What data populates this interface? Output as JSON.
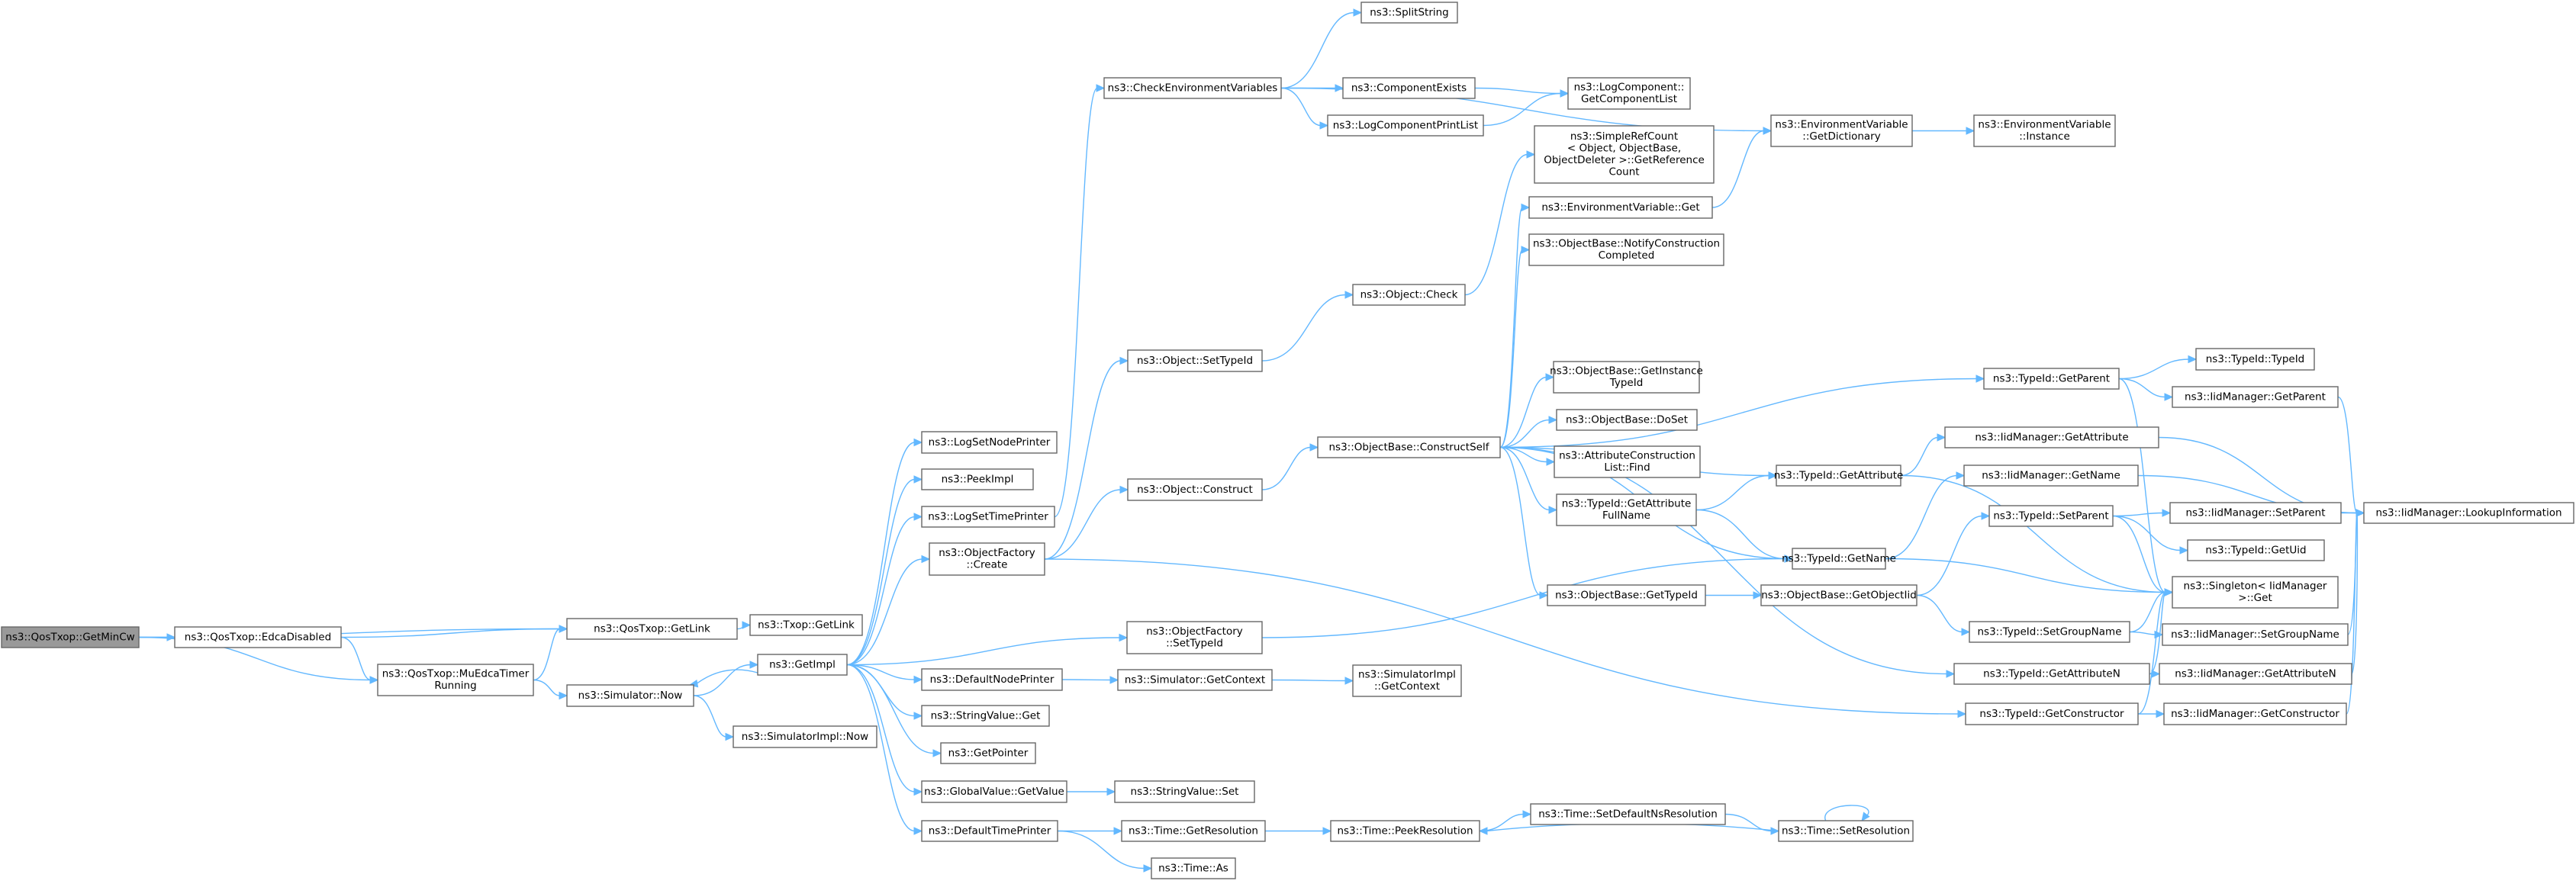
{
  "diagram": {
    "nodes": [
      {
        "id": "n0",
        "lines": [
          "ns3::QosTxop::GetMinCw"
        ],
        "root": true
      },
      {
        "id": "n1",
        "lines": [
          "ns3::QosTxop::EdcaDisabled"
        ]
      },
      {
        "id": "n2",
        "lines": [
          "ns3::QosTxop::GetLink"
        ]
      },
      {
        "id": "n3",
        "lines": [
          "ns3::QosTxop::MuEdcaTimer",
          "Running"
        ]
      },
      {
        "id": "n4",
        "lines": [
          "ns3::Txop::GetLink"
        ]
      },
      {
        "id": "n5",
        "lines": [
          "ns3::Simulator::Now"
        ]
      },
      {
        "id": "n6",
        "lines": [
          "ns3::GetImpl"
        ]
      },
      {
        "id": "n7",
        "lines": [
          "ns3::SimulatorImpl::Now"
        ]
      },
      {
        "id": "n8",
        "lines": [
          "ns3::LogSetNodePrinter"
        ]
      },
      {
        "id": "n9",
        "lines": [
          "ns3::PeekImpl"
        ]
      },
      {
        "id": "n10",
        "lines": [
          "ns3::LogSetTimePrinter"
        ]
      },
      {
        "id": "n11",
        "lines": [
          "ns3::ObjectFactory",
          "::Create"
        ]
      },
      {
        "id": "n12",
        "lines": [
          "ns3::DefaultNodePrinter"
        ]
      },
      {
        "id": "n13",
        "lines": [
          "ns3::StringValue::Get"
        ]
      },
      {
        "id": "n14",
        "lines": [
          "ns3::GetPointer"
        ]
      },
      {
        "id": "n15",
        "lines": [
          "ns3::GlobalValue::GetValue"
        ]
      },
      {
        "id": "n16",
        "lines": [
          "ns3::DefaultTimePrinter"
        ]
      },
      {
        "id": "n17",
        "lines": [
          "ns3::CheckEnvironmentVariables"
        ]
      },
      {
        "id": "n18",
        "lines": [
          "ns3::SplitString"
        ]
      },
      {
        "id": "n19",
        "lines": [
          "ns3::ComponentExists"
        ]
      },
      {
        "id": "n20",
        "lines": [
          "ns3::LogComponentPrintList"
        ]
      },
      {
        "id": "n21",
        "lines": [
          "ns3::LogComponent::",
          "GetComponentList"
        ]
      },
      {
        "id": "n22",
        "lines": [
          "ns3::EnvironmentVariable",
          "::GetDictionary"
        ]
      },
      {
        "id": "n23",
        "lines": [
          "ns3::EnvironmentVariable",
          "::Instance"
        ]
      },
      {
        "id": "n24",
        "lines": [
          "ns3::Object::SetTypeId"
        ]
      },
      {
        "id": "n25",
        "lines": [
          "ns3::Object::Construct"
        ]
      },
      {
        "id": "n26",
        "lines": [
          "ns3::ObjectFactory",
          "::SetTypeId"
        ]
      },
      {
        "id": "n27",
        "lines": [
          "ns3::Simulator::GetContext"
        ]
      },
      {
        "id": "n28",
        "lines": [
          "ns3::SimulatorImpl",
          "::GetContext"
        ]
      },
      {
        "id": "n29",
        "lines": [
          "ns3::StringValue::Set"
        ]
      },
      {
        "id": "n30",
        "lines": [
          "ns3::Time::GetResolution"
        ]
      },
      {
        "id": "n31",
        "lines": [
          "ns3::Time::As"
        ]
      },
      {
        "id": "n32",
        "lines": [
          "ns3::Time::PeekResolution"
        ]
      },
      {
        "id": "n33",
        "lines": [
          "ns3::Time::SetDefaultNsResolution"
        ]
      },
      {
        "id": "n34",
        "lines": [
          "ns3::Time::SetResolution"
        ]
      },
      {
        "id": "n35",
        "lines": [
          "ns3::Object::Check"
        ]
      },
      {
        "id": "n36",
        "lines": [
          "ns3::SimpleRefCount",
          "< Object, ObjectBase,",
          "ObjectDeleter >::GetReference",
          "Count"
        ]
      },
      {
        "id": "n37",
        "lines": [
          "ns3::ObjectBase::ConstructSelf"
        ]
      },
      {
        "id": "n38",
        "lines": [
          "ns3::EnvironmentVariable::Get"
        ]
      },
      {
        "id": "n39",
        "lines": [
          "ns3::ObjectBase::NotifyConstruction",
          "Completed"
        ]
      },
      {
        "id": "n40",
        "lines": [
          "ns3::ObjectBase::GetInstance",
          "TypeId"
        ]
      },
      {
        "id": "n41",
        "lines": [
          "ns3::ObjectBase::DoSet"
        ]
      },
      {
        "id": "n42",
        "lines": [
          "ns3::AttributeConstruction",
          "List::Find"
        ]
      },
      {
        "id": "n43",
        "lines": [
          "ns3::TypeId::GetAttribute",
          "FullName"
        ]
      },
      {
        "id": "n44",
        "lines": [
          "ns3::ObjectBase::GetTypeId"
        ]
      },
      {
        "id": "n45",
        "lines": [
          "ns3::ObjectBase::GetObjectIid"
        ]
      },
      {
        "id": "n46",
        "lines": [
          "ns3::TypeId::GetName"
        ]
      },
      {
        "id": "n47",
        "lines": [
          "ns3::TypeId::GetAttribute"
        ]
      },
      {
        "id": "n48",
        "lines": [
          "ns3::TypeId::GetParent"
        ]
      },
      {
        "id": "n49",
        "lines": [
          "ns3::TypeId::SetParent"
        ]
      },
      {
        "id": "n50",
        "lines": [
          "ns3::TypeId::SetGroupName"
        ]
      },
      {
        "id": "n51",
        "lines": [
          "ns3::TypeId::GetAttributeN"
        ]
      },
      {
        "id": "n52",
        "lines": [
          "ns3::TypeId::GetConstructor"
        ]
      },
      {
        "id": "n53",
        "lines": [
          "ns3::TypeId::TypeId"
        ]
      },
      {
        "id": "n54",
        "lines": [
          "ns3::IidManager::GetParent"
        ]
      },
      {
        "id": "n55",
        "lines": [
          "ns3::IidManager::GetAttribute"
        ]
      },
      {
        "id": "n56",
        "lines": [
          "ns3::IidManager::GetName"
        ]
      },
      {
        "id": "n57",
        "lines": [
          "ns3::IidManager::SetParent"
        ]
      },
      {
        "id": "n58",
        "lines": [
          "ns3::TypeId::GetUid"
        ]
      },
      {
        "id": "n59",
        "lines": [
          "ns3::Singleton< IidManager",
          " >::Get"
        ]
      },
      {
        "id": "n60",
        "lines": [
          "ns3::IidManager::SetGroupName"
        ]
      },
      {
        "id": "n61",
        "lines": [
          "ns3::IidManager::GetAttributeN"
        ]
      },
      {
        "id": "n62",
        "lines": [
          "ns3::IidManager::GetConstructor"
        ]
      },
      {
        "id": "n63",
        "lines": [
          "ns3::IidManager::LookupInformation"
        ]
      }
    ],
    "edges": [
      [
        "n0",
        "n1"
      ],
      [
        "n0",
        "n2"
      ],
      [
        "n0",
        "n3"
      ],
      [
        "n1",
        "n2"
      ],
      [
        "n1",
        "n3"
      ],
      [
        "n2",
        "n4"
      ],
      [
        "n3",
        "n2"
      ],
      [
        "n3",
        "n5"
      ],
      [
        "n5",
        "n6"
      ],
      [
        "n5",
        "n7"
      ],
      [
        "n6",
        "n8"
      ],
      [
        "n6",
        "n9"
      ],
      [
        "n6",
        "n10"
      ],
      [
        "n6",
        "n11"
      ],
      [
        "n6",
        "n26"
      ],
      [
        "n6",
        "n12"
      ],
      [
        "n6",
        "n13"
      ],
      [
        "n6",
        "n14"
      ],
      [
        "n6",
        "n15"
      ],
      [
        "n6",
        "n16"
      ],
      [
        "n6",
        "n5"
      ],
      [
        "n10",
        "n17"
      ],
      [
        "n17",
        "n18"
      ],
      [
        "n17",
        "n19"
      ],
      [
        "n17",
        "n20"
      ],
      [
        "n17",
        "n22"
      ],
      [
        "n19",
        "n21"
      ],
      [
        "n20",
        "n21"
      ],
      [
        "n22",
        "n23"
      ],
      [
        "n11",
        "n24"
      ],
      [
        "n11",
        "n25"
      ],
      [
        "n11",
        "n52"
      ],
      [
        "n24",
        "n35"
      ],
      [
        "n25",
        "n37"
      ],
      [
        "n35",
        "n36"
      ],
      [
        "n37",
        "n38"
      ],
      [
        "n37",
        "n39"
      ],
      [
        "n37",
        "n48"
      ],
      [
        "n37",
        "n40"
      ],
      [
        "n37",
        "n41"
      ],
      [
        "n37",
        "n42"
      ],
      [
        "n37",
        "n43"
      ],
      [
        "n37",
        "n47"
      ],
      [
        "n37",
        "n46"
      ],
      [
        "n37",
        "n44"
      ],
      [
        "n37",
        "n51"
      ],
      [
        "n38",
        "n22"
      ],
      [
        "n26",
        "n46"
      ],
      [
        "n12",
        "n27"
      ],
      [
        "n27",
        "n28"
      ],
      [
        "n15",
        "n29"
      ],
      [
        "n16",
        "n30"
      ],
      [
        "n16",
        "n31"
      ],
      [
        "n30",
        "n32"
      ],
      [
        "n32",
        "n33"
      ],
      [
        "n33",
        "n34"
      ],
      [
        "n34",
        "n32"
      ],
      [
        "n34",
        "n34"
      ],
      [
        "n43",
        "n47"
      ],
      [
        "n43",
        "n46"
      ],
      [
        "n44",
        "n45"
      ],
      [
        "n45",
        "n49"
      ],
      [
        "n45",
        "n50"
      ],
      [
        "n46",
        "n56"
      ],
      [
        "n46",
        "n59"
      ],
      [
        "n47",
        "n55"
      ],
      [
        "n47",
        "n59"
      ],
      [
        "n48",
        "n53"
      ],
      [
        "n48",
        "n54"
      ],
      [
        "n48",
        "n59"
      ],
      [
        "n49",
        "n57"
      ],
      [
        "n49",
        "n58"
      ],
      [
        "n49",
        "n59"
      ],
      [
        "n50",
        "n59"
      ],
      [
        "n50",
        "n60"
      ],
      [
        "n51",
        "n59"
      ],
      [
        "n51",
        "n61"
      ],
      [
        "n52",
        "n59"
      ],
      [
        "n52",
        "n62"
      ],
      [
        "n54",
        "n63"
      ],
      [
        "n55",
        "n63"
      ],
      [
        "n56",
        "n63"
      ],
      [
        "n57",
        "n63"
      ],
      [
        "n60",
        "n63"
      ],
      [
        "n61",
        "n63"
      ],
      [
        "n62",
        "n63"
      ]
    ]
  }
}
